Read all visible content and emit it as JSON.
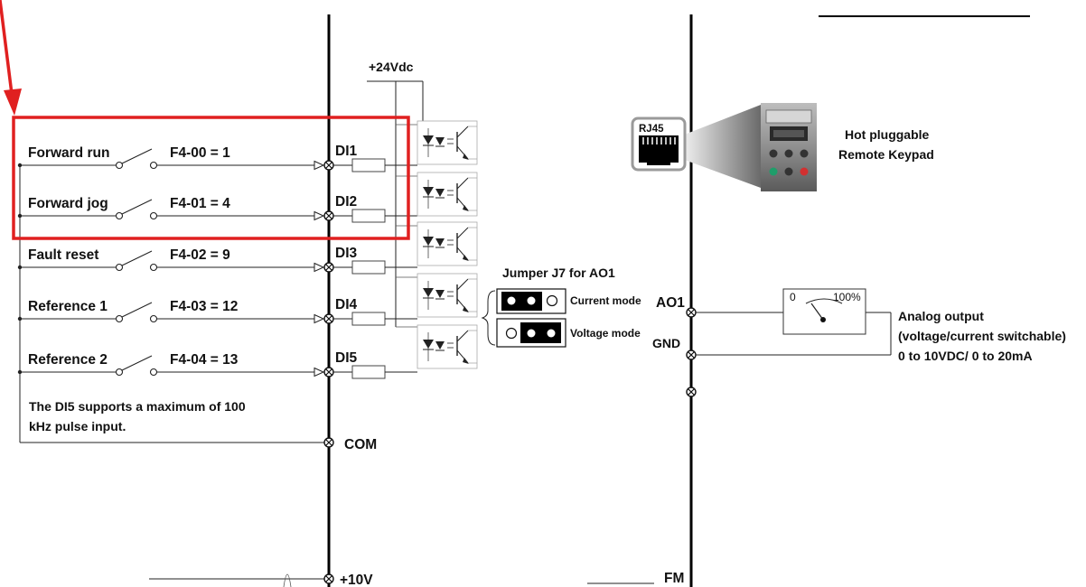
{
  "supply": {
    "label": "+24Vdc"
  },
  "inputs": [
    {
      "name": "Forward run",
      "param": "F4-00 = 1",
      "terminal": "DI1"
    },
    {
      "name": "Forward jog",
      "param": "F4-01 = 4",
      "terminal": "DI2"
    },
    {
      "name": "Fault reset",
      "param": "F4-02 = 9",
      "terminal": "DI3"
    },
    {
      "name": "Reference 1",
      "param": "F4-03 = 12",
      "terminal": "DI4"
    },
    {
      "name": "Reference 2",
      "param": "F4-04 = 13",
      "terminal": "DI5"
    }
  ],
  "note": {
    "line1": "The DI5 supports a maximum of 100",
    "line2": "kHz pulse input."
  },
  "com_label": "COM",
  "plus10v_label": "+10V",
  "jumper": {
    "title": "Jumper J7 for AO1",
    "current_mode": "Current mode",
    "voltage_mode": "Voltage mode"
  },
  "ao": {
    "ao1_label": "AO1",
    "gnd_label": "GND",
    "fm_label": "FM",
    "meter_zero": "0",
    "meter_full": "100%",
    "description": {
      "line1": "Analog output",
      "line2": "(voltage/current switchable)",
      "line3": "0 to 10VDC/ 0 to 20mA"
    }
  },
  "keypad": {
    "port_label": "RJ45",
    "description": {
      "line1": "Hot pluggable",
      "line2": "Remote Keypad"
    }
  },
  "colors": {
    "highlight": "#e02020",
    "wire": "#222222",
    "bus": "#000000",
    "keypad_button_green": "#1f9e6a",
    "keypad_button_red": "#d23030",
    "keypad_body": "#8d8d8d"
  }
}
